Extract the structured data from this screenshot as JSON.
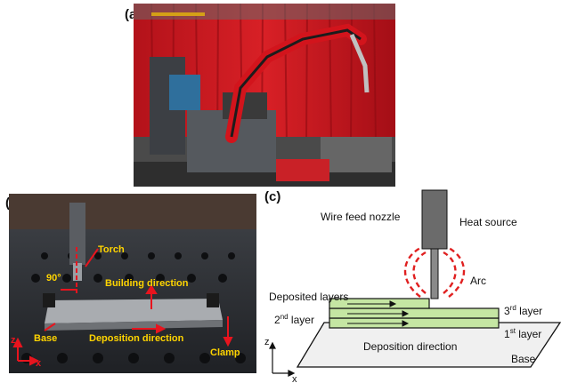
{
  "panels": {
    "a": {
      "label": "(a)"
    },
    "b": {
      "label": "(b)",
      "annotations": {
        "torch": "Torch",
        "angle": "90°",
        "building_direction": "Building direction",
        "base": "Base",
        "deposition_direction": "Deposition direction",
        "clamp": "Clamp",
        "axis_z": "z",
        "axis_x": "x"
      }
    },
    "c": {
      "label": "(c)",
      "labels": {
        "wire_feed_nozzle": "Wire feed nozzle",
        "heat_source": "Heat source",
        "arc": "Arc",
        "deposited_layers": "Deposited layers",
        "layer2_num": "2",
        "layer2_sup": "nd",
        "layer2_word": " layer",
        "layer3_num": "3",
        "layer3_sup": "rd",
        "layer3_word": " layer",
        "layer1_num": "1",
        "layer1_sup": "st",
        "layer1_word": " layer",
        "deposition_direction": "Deposition direction",
        "base": "Base",
        "axis_z": "z",
        "axis_x": "x"
      }
    }
  },
  "colors": {
    "annotation_yellow": "#ffd400",
    "annotation_red": "#e8141e",
    "arc_red": "#e02020",
    "layer_green": "#c5e6a3",
    "base_gray": "#f0f0f0",
    "nozzle_gray": "#6b6b6b"
  }
}
